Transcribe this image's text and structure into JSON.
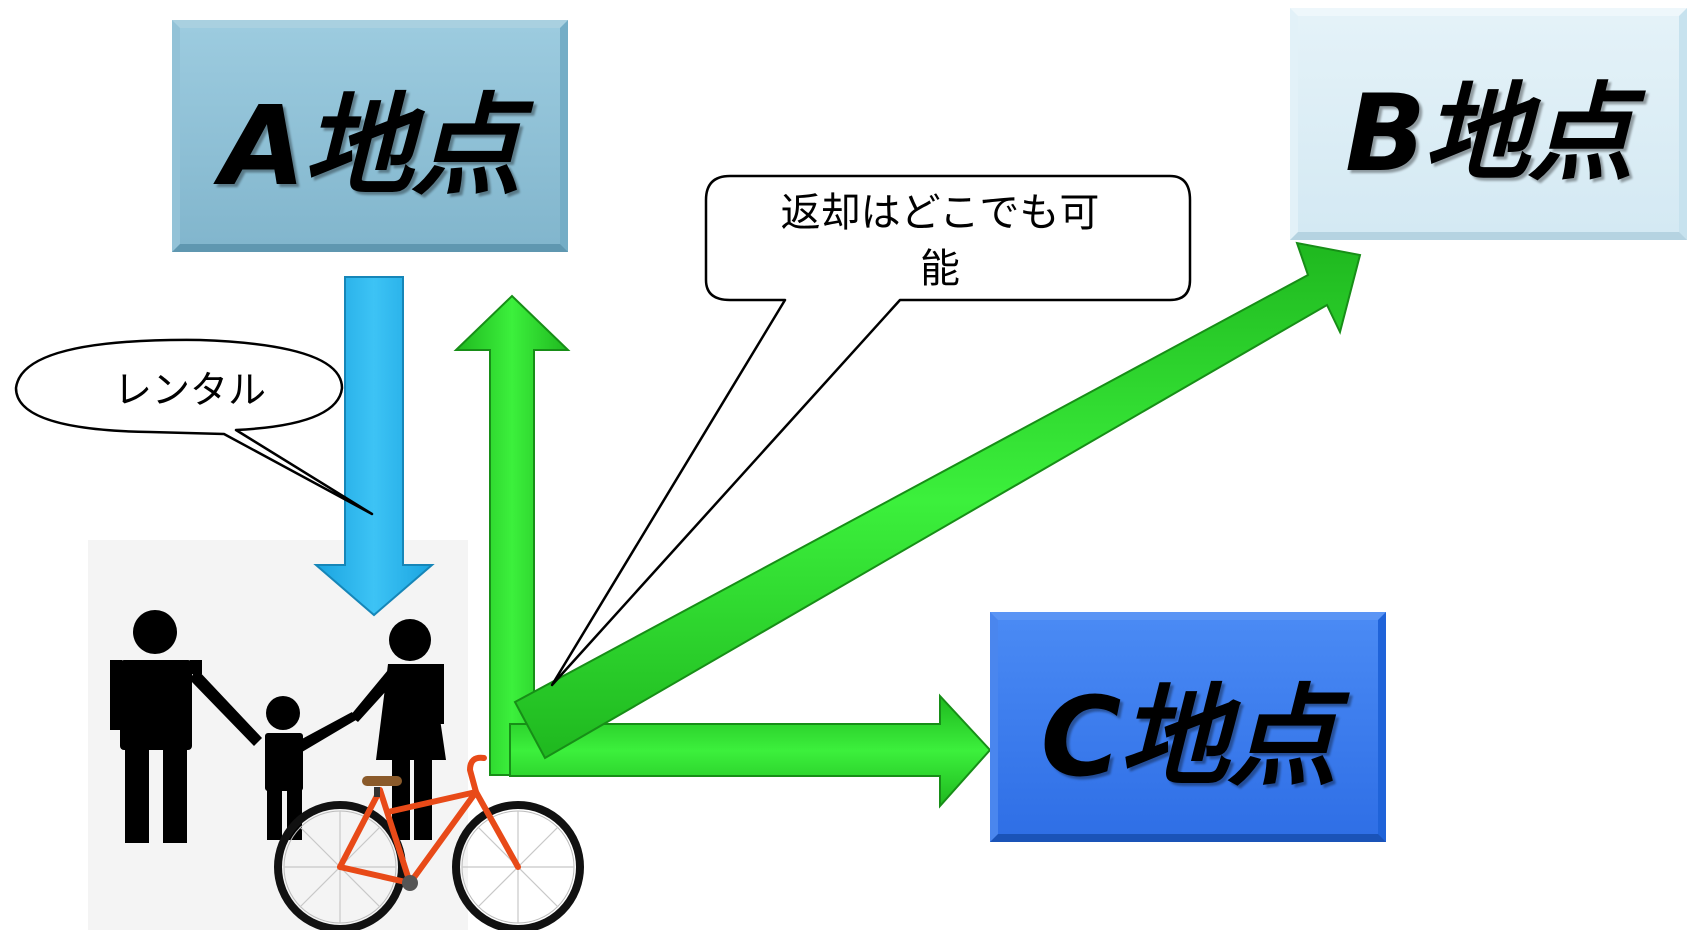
{
  "stations": {
    "a": {
      "label": "A地点",
      "color": "#8dbfd4"
    },
    "b": {
      "label": "B地点",
      "color": "#dcedf5"
    },
    "c": {
      "label": "C地点",
      "color": "#3a7cf0"
    }
  },
  "callouts": {
    "rental": "レンタル",
    "return_line1": "返却はどこでも可",
    "return_line2": "能"
  },
  "colors": {
    "rental_arrow": "#29b4ec",
    "return_arrow": "#22dd22",
    "bicycle_frame": "#e84a18"
  },
  "icons": [
    "family-icon",
    "bicycle-icon"
  ]
}
